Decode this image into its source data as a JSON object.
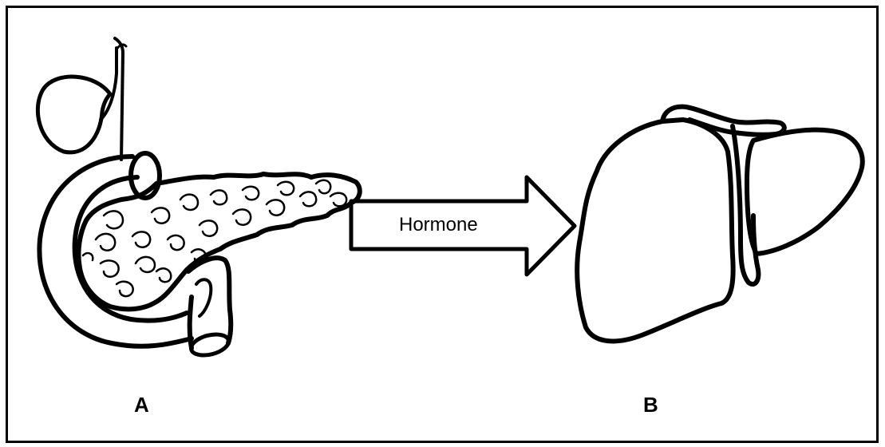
{
  "labels": {
    "organ_a": "A",
    "organ_b": "B",
    "arrow": "Hormone"
  },
  "colors": {
    "ink": "#000000",
    "background": "#ffffff"
  },
  "icons": {
    "organ_a": "pancreas-icon",
    "organ_b": "liver-icon",
    "arrow": "right-arrow-icon"
  }
}
